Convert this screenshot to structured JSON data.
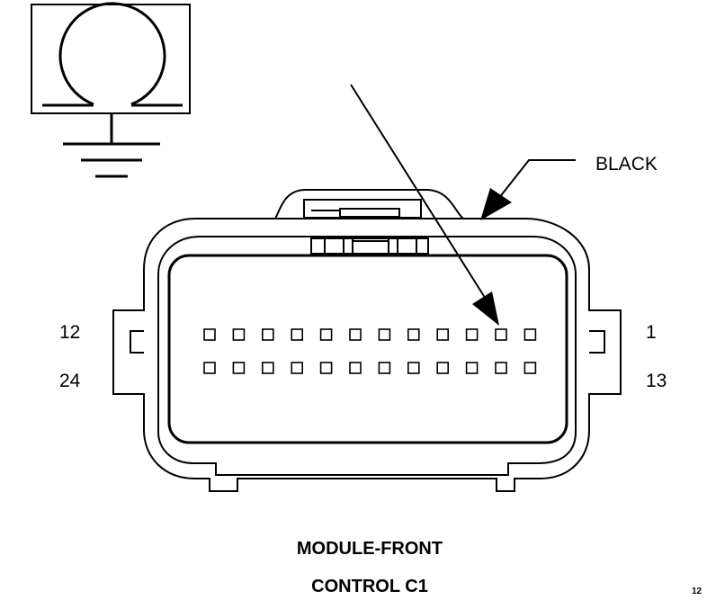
{
  "connector": {
    "wire_color": "BLACK",
    "pin_labels": {
      "top_left": "12",
      "bottom_left": "24",
      "top_right": "1",
      "bottom_right": "13"
    },
    "pin_rows": 2,
    "pins_per_row": 12,
    "title_line1": "MODULE-FRONT",
    "title_line2": "CONTROL C1",
    "corner_text": "12"
  },
  "icons": {
    "ground_symbol": "ground-icon",
    "connector_symbol": "connector-symbol-icon"
  }
}
